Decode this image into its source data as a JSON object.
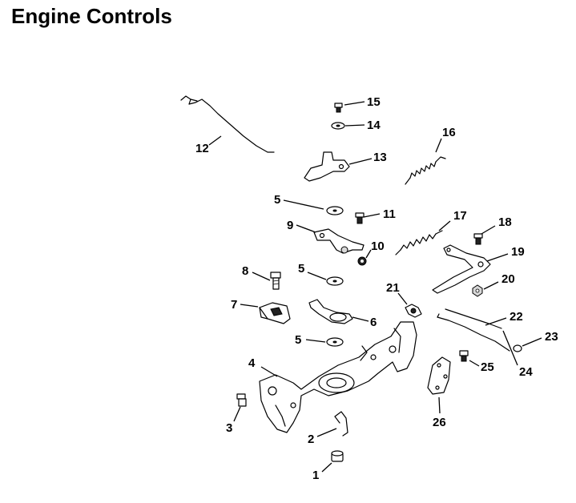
{
  "title": "Engine Controls",
  "part_labels": {
    "p1": "1",
    "p2": "2",
    "p3": "3",
    "p4": "4",
    "p5a": "5",
    "p5b": "5",
    "p5c": "5",
    "p6": "6",
    "p7": "7",
    "p8": "8",
    "p9": "9",
    "p10": "10",
    "p11": "11",
    "p12": "12",
    "p13": "13",
    "p14": "14",
    "p15": "15",
    "p16": "16",
    "p17": "17",
    "p18": "18",
    "p19": "19",
    "p20": "20",
    "p21": "21",
    "p22": "22",
    "p23": "23",
    "p24": "24",
    "p25": "25",
    "p26": "26"
  }
}
